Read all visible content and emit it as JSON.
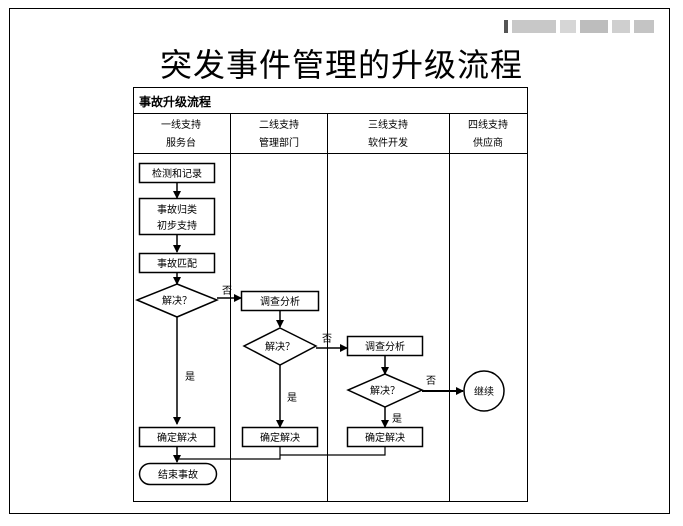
{
  "slide": {
    "title": "突发事件管理的升级流程"
  },
  "diagram": {
    "header": "事故升级流程",
    "lanes": [
      {
        "line1": "一线支持",
        "line2": "服务台"
      },
      {
        "line1": "二线支持",
        "line2": "管理部门"
      },
      {
        "line1": "三线支持",
        "line2": "软件开发"
      },
      {
        "line1": "四线支持",
        "line2": "供应商"
      }
    ],
    "nodes": {
      "detect": "检测和记录",
      "classify_1": "事故归类",
      "classify_2": "初步支持",
      "match": "事故匹配",
      "resolved_1": "解决？",
      "investigate_2": "调查分析",
      "resolved_2": "解决？",
      "investigate_3": "调查分析",
      "resolved_3": "解决？",
      "continue": "继续",
      "confirm_1": "确定解决",
      "confirm_2": "确定解决",
      "confirm_3": "确定解决",
      "close": "结束事故"
    },
    "edge_labels": {
      "no_1": "否",
      "no_2": "否",
      "no_3": "否",
      "yes_1": "是",
      "yes_2": "是",
      "yes_3": "是"
    }
  }
}
